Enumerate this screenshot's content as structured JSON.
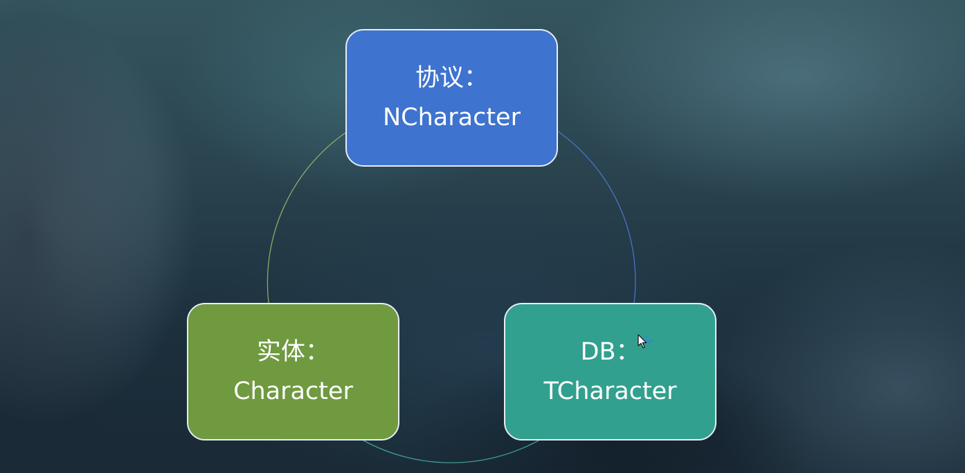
{
  "diagram": {
    "nodes": [
      {
        "id": "protocol",
        "label_line1": "协议：",
        "label_line2": "NCharacter",
        "color": "#3e73cf"
      },
      {
        "id": "entity",
        "label_line1": "实体：",
        "label_line2": "Character",
        "color": "#6f9a3f"
      },
      {
        "id": "db",
        "label_line1": "DB：",
        "label_line2": "TCharacter",
        "color": "#32a08e"
      }
    ],
    "edges": [
      {
        "from": "protocol",
        "to": "db"
      },
      {
        "from": "db",
        "to": "entity"
      },
      {
        "from": "entity",
        "to": "protocol"
      }
    ],
    "ring_colors": {
      "top_right": "#4f7fd8",
      "bottom": "#45b3a3",
      "left": "#8fb85a"
    }
  },
  "icons": {
    "cursor": "mouse-pointer-busy-icon"
  }
}
